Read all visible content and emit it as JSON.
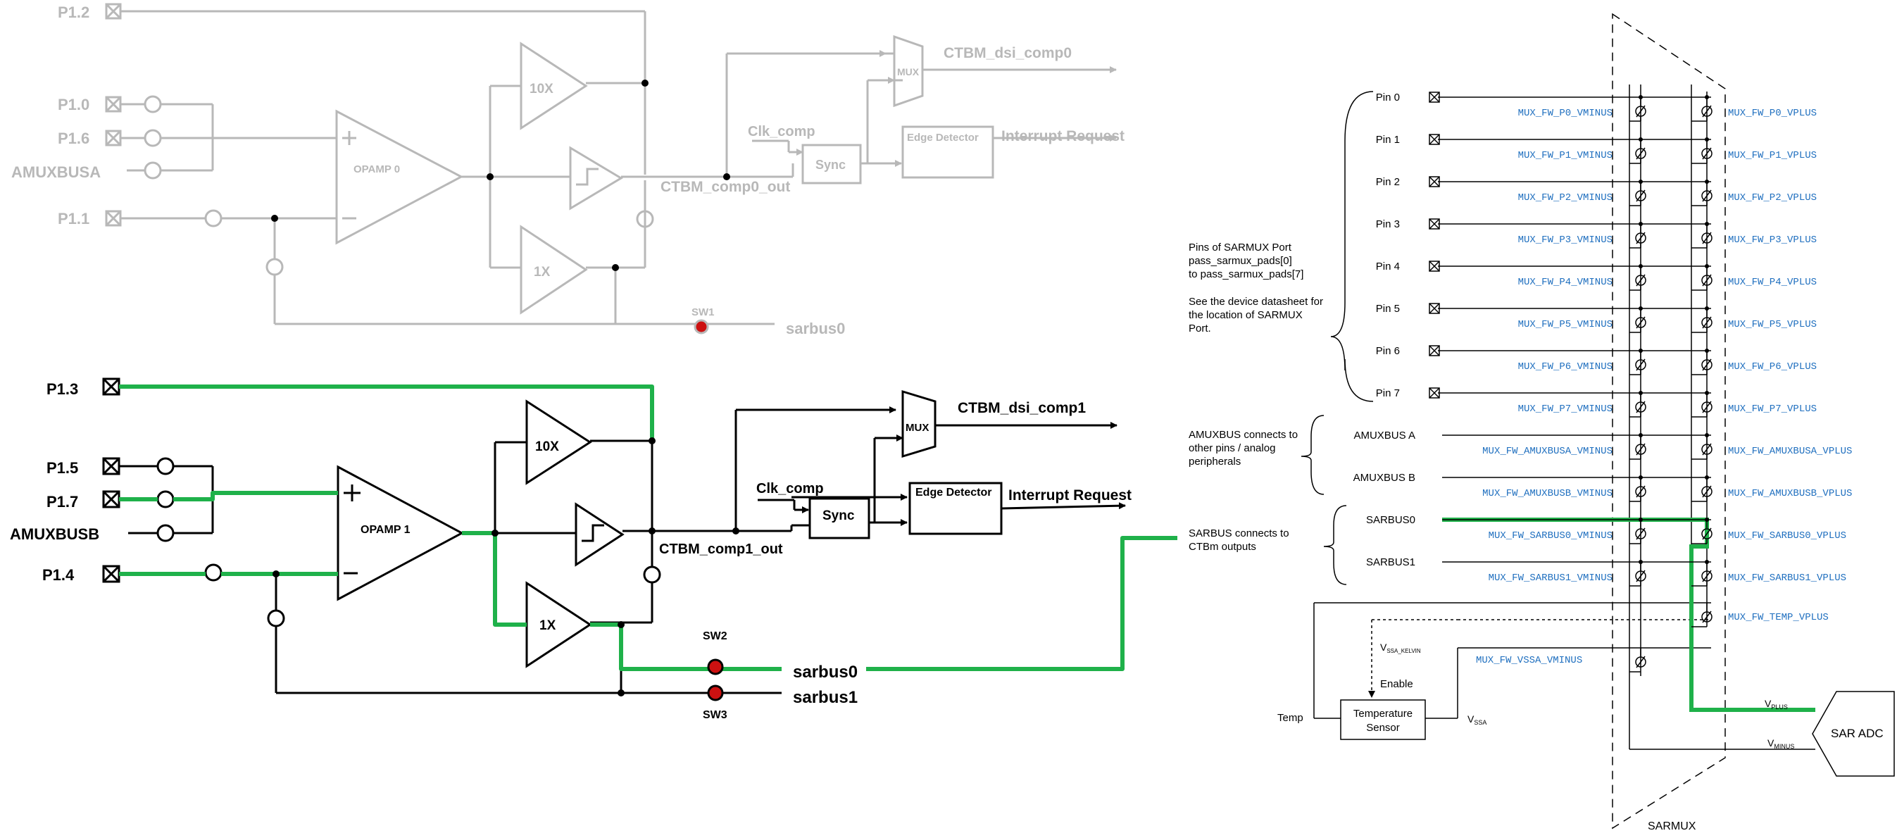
{
  "top_block": {
    "pins": [
      "P1.2",
      "P1.0",
      "P1.6",
      "AMUXBUSA",
      "P1.1"
    ],
    "opamp": "OPAMP 0",
    "amp10": "10X",
    "amp1": "1X",
    "mux": "MUX",
    "comp_out": "CTBM_comp0_out",
    "dsi_out": "CTBM_dsi_comp0",
    "clk": "Clk_comp",
    "sync": "Sync",
    "edge": "Edge Detector",
    "irq": "Interrupt Request",
    "sw": "SW1",
    "bus": "sarbus0"
  },
  "bottom_block": {
    "pins": [
      "P1.3",
      "P1.5",
      "P1.7",
      "AMUXBUSB",
      "P1.4"
    ],
    "opamp": "OPAMP 1",
    "amp10": "10X",
    "amp1": "1X",
    "mux": "MUX",
    "comp_out": "CTBM_comp1_out",
    "dsi_out": "CTBM_dsi_comp1",
    "clk": "Clk_comp",
    "sync": "Sync",
    "edge": "Edge Detector",
    "irq": "Interrupt Request",
    "sw2": "SW2",
    "sw3": "SW3",
    "bus0": "sarbus0",
    "bus1": "sarbus1"
  },
  "sarmux": {
    "pin_labels": [
      "Pin 0",
      "Pin 1",
      "Pin 2",
      "Pin 3",
      "Pin 4",
      "Pin 5",
      "Pin 6",
      "Pin 7"
    ],
    "amux_labels": [
      "AMUXBUS A",
      "AMUXBUS B"
    ],
    "sarbus_labels": [
      "SARBUS0",
      "SARBUS1"
    ],
    "vminus_labels": [
      "MUX_FW_P0_VMINUS",
      "MUX_FW_P1_VMINUS",
      "MUX_FW_P2_VMINUS",
      "MUX_FW_P3_VMINUS",
      "MUX_FW_P4_VMINUS",
      "MUX_FW_P5_VMINUS",
      "MUX_FW_P6_VMINUS",
      "MUX_FW_P7_VMINUS",
      "MUX_FW_AMUXBUSA_VMINUS",
      "MUX_FW_AMUXBUSB_VMINUS",
      "MUX_FW_SARBUS0_VMINUS",
      "MUX_FW_SARBUS1_VMINUS"
    ],
    "vplus_labels": [
      "MUX_FW_P0_VPLUS",
      "MUX_FW_P1_VPLUS",
      "MUX_FW_P2_VPLUS",
      "MUX_FW_P3_VPLUS",
      "MUX_FW_P4_VPLUS",
      "MUX_FW_P5_VPLUS",
      "MUX_FW_P6_VPLUS",
      "MUX_FW_P7_VPLUS",
      "MUX_FW_AMUXBUSA_VPLUS",
      "MUX_FW_AMUXBUSB_VPLUS",
      "MUX_FW_SARBUS0_VPLUS",
      "MUX_FW_SARBUS1_VPLUS"
    ],
    "temp_vplus": "MUX_FW_TEMP_VPLUS",
    "vssa_vminus": "MUX_FW_VSSA_VMINUS",
    "note_pins": [
      "Pins of SARMUX Port",
      "pass_sarmux_pads[0]",
      "to pass_sarmux_pads[7]",
      "",
      "See the device datasheet for",
      "the location of SARMUX",
      "Port."
    ],
    "note_amux": [
      "AMUXBUS connects to",
      "other pins / analog",
      "peripherals"
    ],
    "note_sarbus": [
      "SARBUS connects to",
      "CTBm outputs"
    ],
    "vssa_kelvin": "V",
    "vssa_kelvin_sub": "SSA_KELVIN",
    "enable": "Enable",
    "temp": "Temp",
    "sensor": [
      "Temperature",
      "Sensor"
    ],
    "vssa": "V",
    "vssa_sub": "SSA",
    "vplus": "V",
    "vplus_sub": "PLUS",
    "vminus": "V",
    "vminus_sub": "MINUS",
    "adc": "SAR ADC",
    "sarmux_label": "SARMUX"
  },
  "colors": {
    "highlight": "#1fb14a",
    "faded": "#b8b8b8",
    "switch_closed": "#cc1111",
    "label_blue": "#1f6fbf"
  }
}
